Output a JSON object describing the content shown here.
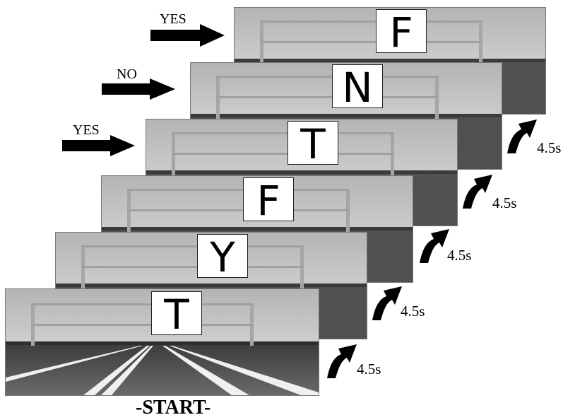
{
  "frames": [
    {
      "letter": "T",
      "response": ""
    },
    {
      "letter": "Y",
      "response": ""
    },
    {
      "letter": "F",
      "response": ""
    },
    {
      "letter": "T",
      "response": "YES"
    },
    {
      "letter": "N",
      "response": "NO"
    },
    {
      "letter": "F",
      "response": "YES"
    }
  ],
  "interval_label": "4.5s",
  "start_label": "-START-",
  "colors": {
    "sky_top": "#b4b4b4",
    "sky_bottom": "#e4e4e4",
    "ground": "#505050",
    "sign_bg": "#ffffff",
    "arrow": "#000000"
  }
}
